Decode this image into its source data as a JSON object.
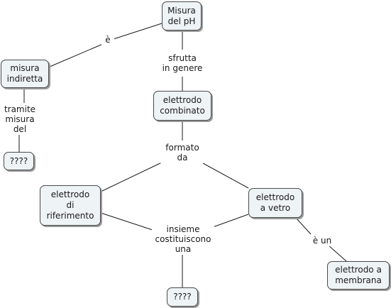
{
  "concepts": {
    "misura_ph": "Misura\ndel pH",
    "misura_indiretta": "misura\nindiretta",
    "elettrodo_combinato": "elettrodo\ncombinato",
    "q_left": "????",
    "elettrodo_riferimento": "elettrodo\ndi\nriferimento",
    "elettrodo_vetro": "elettrodo\na vetro",
    "q_bottom": "????",
    "elettrodo_membrana": "elettrodo a\nmembrana"
  },
  "links": {
    "e": "è",
    "sfrutta": "sfrutta\nin genere",
    "tramite": "tramite\nmisura\ndel",
    "formato": "formato\nda",
    "insieme": "insieme\ncostituiscono\nuna",
    "e_un": "è un"
  },
  "colors": {
    "node_fill": "#eef3f6",
    "node_border": "#4a4a4a",
    "node_shadow": "#9a9a9a",
    "connector": "#1a1a1a"
  }
}
